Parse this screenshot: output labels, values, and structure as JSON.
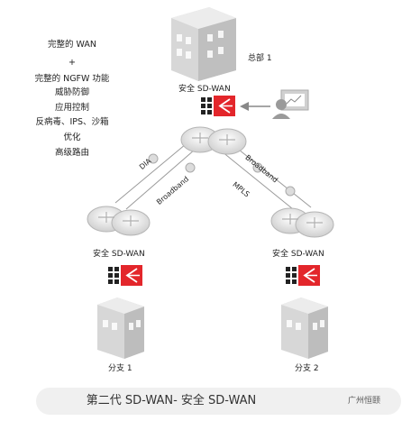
{
  "features": [
    "完整的 WAN",
    "+",
    "完整的 NGFW 功能",
    "威胁防御",
    "应用控制",
    "反病毒、IPS、沙箱",
    "优化",
    "高级路由"
  ],
  "hq": {
    "label": "总部 1",
    "sdwan": "安全 SD-WAN"
  },
  "branch1": {
    "sdwan": "安全 SD-WAN",
    "label": "分支 1"
  },
  "branch2": {
    "sdwan": "安全 SD-WAN",
    "label": "分支 2"
  },
  "links": {
    "dia": "DIA",
    "broadband_left": "Broadband",
    "broadband_right": "Broadband",
    "mpls": "MPLS"
  },
  "footer": {
    "title": "第二代 SD-WAN- 安全 SD-WAN"
  },
  "watermark": {
    "text": "广州恒颐"
  },
  "colors": {
    "firewall_red": "#e3262b",
    "router": "#e9e9e9",
    "building": "#c9c9c9",
    "footer_bg": "#f0f0f0"
  }
}
